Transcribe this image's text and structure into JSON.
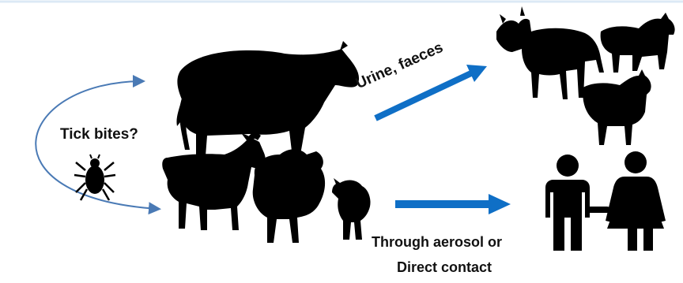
{
  "labels": {
    "tick_bites": "Tick bites?",
    "urine_faeces": "Urine, faeces",
    "aerosol": "Through aerosol or",
    "direct_contact": "Direct contact"
  },
  "colors": {
    "cycle_arrow": "#4a7ab5",
    "transmission_arrow": "#0f6fc6",
    "silhouette": "#000000",
    "top_border": "#dce9f5"
  },
  "icons": [
    "cow-icon",
    "goat-icon",
    "sheep-icon",
    "lamb-icon",
    "tick-icon",
    "cattle-herd-icon",
    "human-couple-icon"
  ]
}
